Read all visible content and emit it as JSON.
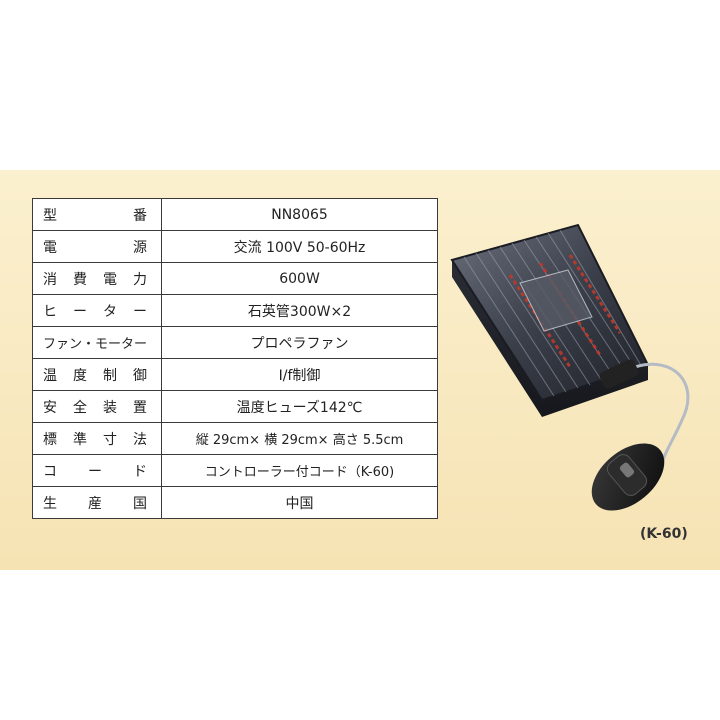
{
  "specs": [
    {
      "label": "型番",
      "value": "NN8065"
    },
    {
      "label": "電源",
      "value": "交流 100V 50-60Hz"
    },
    {
      "label": "消費電力",
      "value": "600W"
    },
    {
      "label": "ヒーター",
      "value": "石英管300W×2"
    },
    {
      "label": "ファン・モーター",
      "value": "プロペラファン"
    },
    {
      "label": "温度制御",
      "value": "I/f制御"
    },
    {
      "label": "安全装置",
      "value": "温度ヒューズ142℃"
    },
    {
      "label": "標準寸法",
      "value": "縦 29cm× 横 29cm× 高さ 5.5cm"
    },
    {
      "label": "コード",
      "value": "コントローラー付コード（K-60)"
    },
    {
      "label": "生産国",
      "value": "中国"
    }
  ],
  "caption": "(K-60)",
  "colors": {
    "band": "#f8e8bf",
    "border": "#3a3a3a",
    "heater_glow": "#c0392b"
  },
  "icons": [
    "heater-unit-image",
    "controller-image"
  ]
}
